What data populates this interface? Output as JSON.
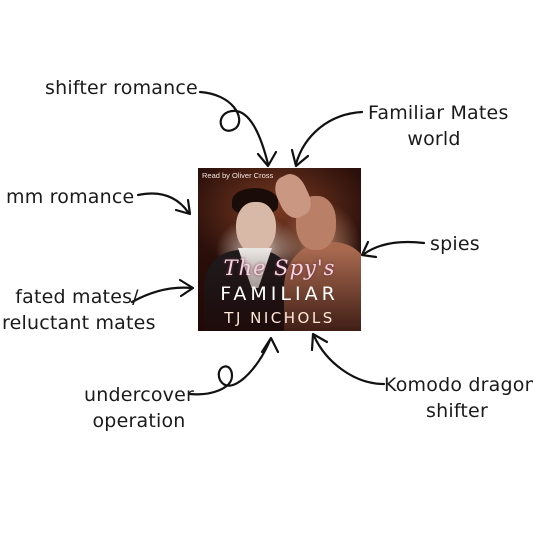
{
  "tags": {
    "shifter_romance": "shifter romance",
    "familiar_mates_line1": "Familiar Mates",
    "familiar_mates_line2": "world",
    "mm_romance": "mm romance",
    "spies": "spies",
    "fated_line1": "fated mates/",
    "fated_line2": "reluctant mates",
    "undercover_line1": "undercover",
    "undercover_line2": "operation",
    "komodo_line1": "Komodo dragon",
    "komodo_line2": "shifter"
  },
  "cover": {
    "narrator": "Read by Oliver Cross",
    "title_script": "The Spy's",
    "title_main": "FAMILIAR",
    "author": "TJ NICHOLS"
  }
}
